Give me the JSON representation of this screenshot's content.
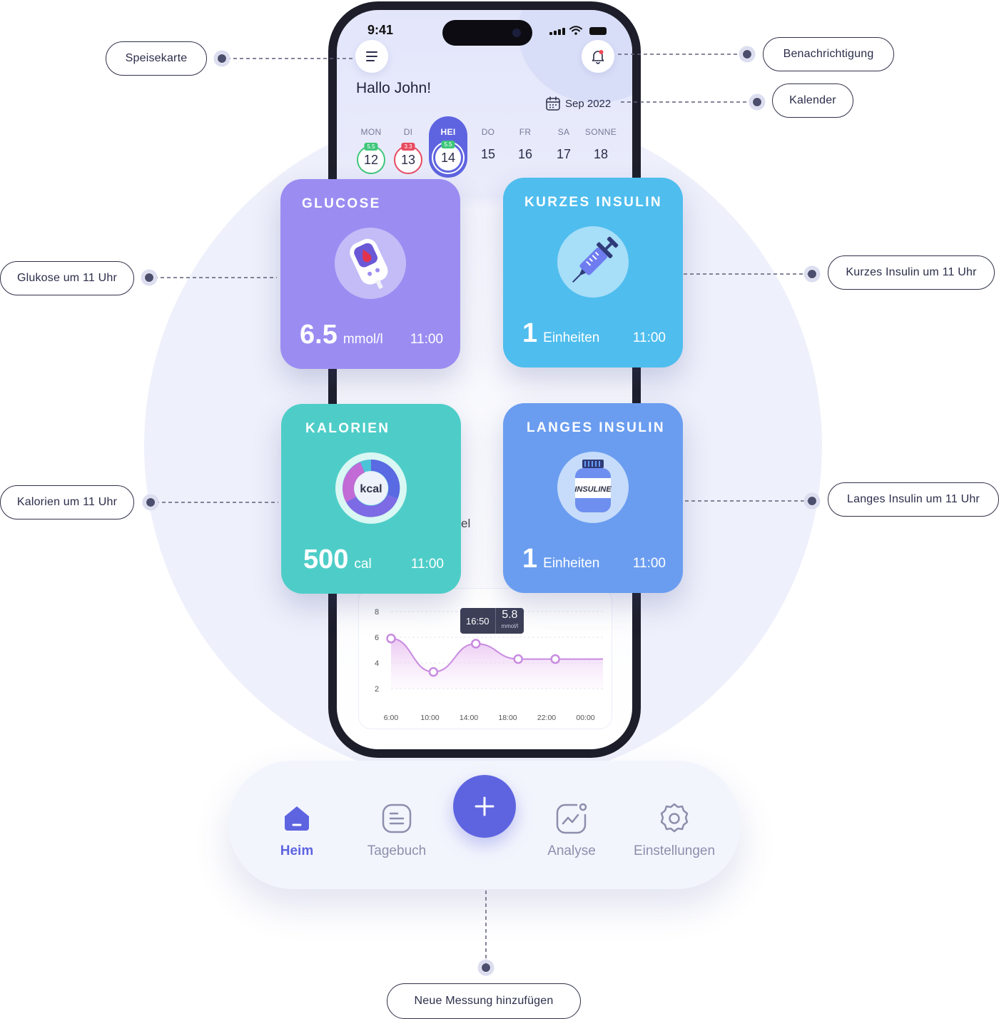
{
  "status": {
    "time": "9:41"
  },
  "header": {
    "greeting": "Hallo John!",
    "calendar_label": "Sep 2022"
  },
  "week": [
    {
      "name": "MON",
      "num": "12",
      "badge": "5.5",
      "badge_color": "#3ec77a",
      "ring": "#3ec77a"
    },
    {
      "name": "DI",
      "num": "13",
      "badge": "3.3",
      "badge_color": "#e84a5f",
      "ring": "#e84a5f"
    },
    {
      "name": "HEI",
      "num": "14",
      "badge": "5.5",
      "badge_color": "#3ec77a",
      "ring": "#ffffff",
      "active": true
    },
    {
      "name": "DO",
      "num": "15"
    },
    {
      "name": "FR",
      "num": "16"
    },
    {
      "name": "SA",
      "num": "17"
    },
    {
      "name": "SONNE",
      "num": "18"
    }
  ],
  "tiles": {
    "glucose": {
      "title": "GLUCOSE",
      "value": "6.5",
      "unit": "mmol/l",
      "time": "11:00",
      "color": "#9b8cf2"
    },
    "short_insulin": {
      "title": "KURZES INSULIN",
      "value": "1",
      "unit": "Einheiten",
      "time": "11:00",
      "color": "#4fbdee"
    },
    "calories": {
      "title": "KALORIEN",
      "value": "500",
      "unit": "cal",
      "time": "11:00",
      "color": "#4ecdc8",
      "icon_text": "kcal"
    },
    "long_insulin": {
      "title": "LANGES INSULIN",
      "value": "1",
      "unit": "Einheiten",
      "time": "11:00",
      "color": "#6a9df0",
      "icon_text": "INSULINE"
    }
  },
  "hidden_fragment": "el",
  "chart_data": {
    "type": "line",
    "x": [
      "6:00",
      "10:00",
      "14:00",
      "18:00",
      "22:00",
      "00:00"
    ],
    "y_ticks": [
      8,
      6,
      4,
      2
    ],
    "ylim": [
      2,
      8
    ],
    "series": [
      {
        "points": [
          [
            6,
            5.9
          ],
          [
            10,
            3.3
          ],
          [
            14,
            5.5
          ],
          [
            18,
            4.3
          ],
          [
            21.5,
            4.3
          ]
        ]
      }
    ],
    "tooltip": {
      "time": "16:50",
      "value": "5.8",
      "unit": "mmol/l"
    },
    "line_color": "#c88be0"
  },
  "nav": {
    "home": "Heim",
    "diary": "Tagebuch",
    "analysis": "Analyse",
    "settings": "Einstellungen"
  },
  "callouts": {
    "menu": "Speisekarte",
    "notification": "Benachrichtigung",
    "calendar": "Kalender",
    "glucose": "Glukose um 11 Uhr",
    "short_insulin": "Kurzes Insulin um 11 Uhr",
    "calories": "Kalorien um 11 Uhr",
    "long_insulin": "Langes Insulin um 11 Uhr",
    "add_measurement": "Neue Messung hinzufügen"
  }
}
